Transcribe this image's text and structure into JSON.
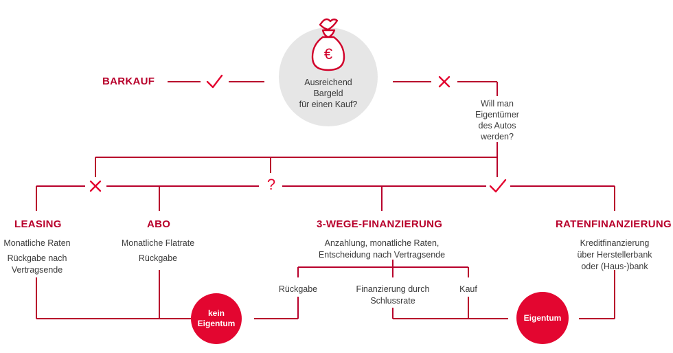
{
  "colors": {
    "primary": "#b8002b",
    "accent": "#e30630",
    "gray_circle": "#e6e6e6",
    "text": "#3a3a3a"
  },
  "center": {
    "icon": "money-bag-icon",
    "symbol": "€",
    "question": [
      "Ausreichend",
      "Bargeld",
      "für einen Kauf?"
    ]
  },
  "barkauf": {
    "label": "BARKAUF"
  },
  "eigentum_question": {
    "lines": [
      "Will man",
      "Eigentümer",
      "des Autos",
      "werden?"
    ]
  },
  "marks": {
    "question": "?"
  },
  "leasing": {
    "title": "LEASING",
    "line1": "Monatliche Raten",
    "line2": "Rückgabe nach",
    "line3": "Vertragsende"
  },
  "abo": {
    "title": "ABO",
    "line1": "Monatliche Flatrate",
    "line2": "Rückgabe"
  },
  "dreiwege": {
    "title": "3-WEGE-FINANZIERUNG",
    "line1": "Anzahlung, monatliche Raten,",
    "line2": "Entscheidung nach Vertragsende",
    "opt_rueckgabe": "Rückgabe",
    "opt_schluss1": "Finanzierung durch",
    "opt_schluss2": "Schlussrate",
    "opt_kauf": "Kauf"
  },
  "raten": {
    "title": "RATENFINANZIERUNG",
    "line1": "Kreditfinanzierung",
    "line2": "über Herstellerbank",
    "line3": "oder (Haus-)bank"
  },
  "kein_eigentum": {
    "line1": "kein",
    "line2": "Eigentum"
  },
  "eigentum": {
    "label": "Eigentum"
  }
}
